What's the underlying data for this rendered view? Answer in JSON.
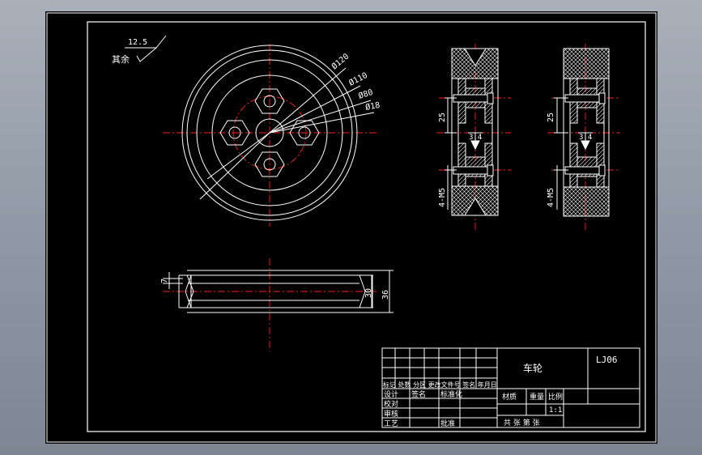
{
  "colors": {
    "background": "#000000",
    "line": "#ffffff",
    "centerline": "#ff2020",
    "hatch": "#ffffff",
    "window": "#8e97a3"
  },
  "surface": {
    "value": "12.5",
    "note": "其余"
  },
  "front_view": {
    "diameters": [
      "Ø120",
      "Ø110",
      "Ø80",
      "Ø18"
    ]
  },
  "section_views": {
    "left": {
      "dim_spacing": "25",
      "dim_thread": "4-M5",
      "dim_small": "3.4"
    },
    "right": {
      "dim_spacing": "25",
      "dim_thread": "4-M5",
      "dim_small": "3.4"
    }
  },
  "side_view": {
    "dims": [
      "7",
      "30",
      "36"
    ]
  },
  "title_block": {
    "part_name": "车轮",
    "drawing_no": "LJ06",
    "header_row": "标记 处数 分区 更改文件号 签名 年月日",
    "designer_label": "设计",
    "designer_sign": "签名",
    "standardization_label": "标准化",
    "check_label": "校对",
    "review_label": "审核",
    "process_label": "工艺",
    "approve_label": "批准",
    "material_label": "材质",
    "weight_label": "重量",
    "scale_label": "比例",
    "scale_value": "1:1",
    "sheets_label": "共 张 第 张"
  }
}
